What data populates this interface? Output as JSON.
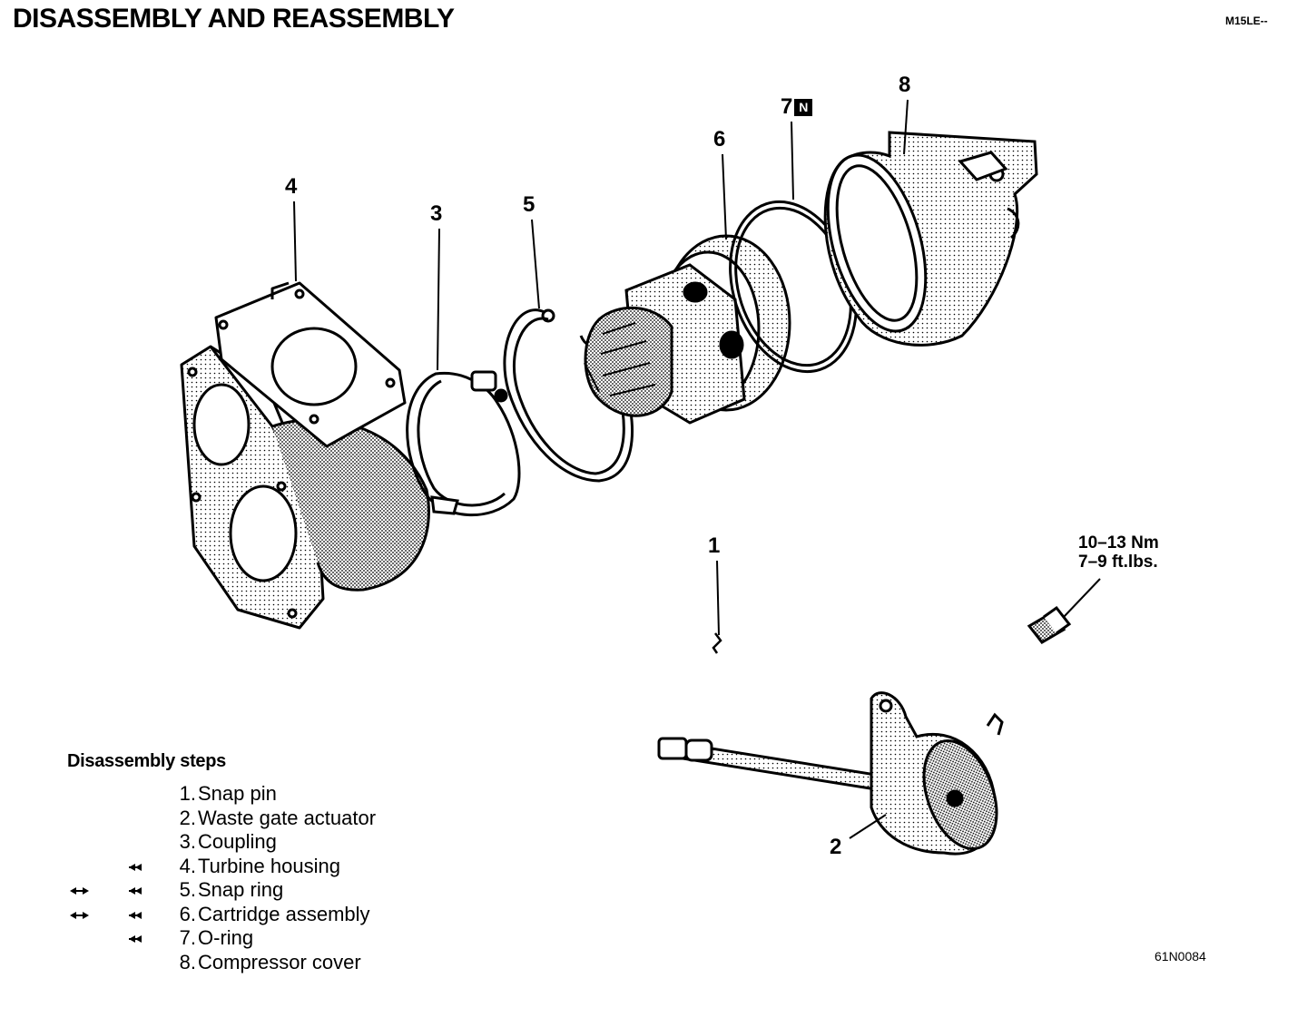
{
  "header": {
    "title": "DISASSEMBLY AND REASSEMBLY",
    "code": "M15LE--"
  },
  "callouts": {
    "c1": "1",
    "c2": "2",
    "c3": "3",
    "c4": "4",
    "c5": "5",
    "c6": "6",
    "c7": "7",
    "c7_badge": "N",
    "c8": "8"
  },
  "torque": {
    "line1": "10–13 Nm",
    "line2": "7–9 ft.lbs."
  },
  "steps": {
    "title": "Disassembly steps",
    "items": [
      {
        "num": "1.",
        "label": "Snap pin",
        "disassembly_mark": false,
        "reassembly_mark": false
      },
      {
        "num": "2.",
        "label": "Waste gate actuator",
        "disassembly_mark": false,
        "reassembly_mark": false
      },
      {
        "num": "3.",
        "label": "Coupling",
        "disassembly_mark": false,
        "reassembly_mark": false
      },
      {
        "num": "4.",
        "label": "Turbine housing",
        "disassembly_mark": false,
        "reassembly_mark": true
      },
      {
        "num": "5.",
        "label": "Snap ring",
        "disassembly_mark": true,
        "reassembly_mark": true
      },
      {
        "num": "6.",
        "label": "Cartridge assembly",
        "disassembly_mark": true,
        "reassembly_mark": true
      },
      {
        "num": "7.",
        "label": "O-ring",
        "disassembly_mark": false,
        "reassembly_mark": true
      },
      {
        "num": "8.",
        "label": "Compressor cover",
        "disassembly_mark": false,
        "reassembly_mark": false
      }
    ]
  },
  "figure_code": "61N0084",
  "colors": {
    "ink": "#000000",
    "paper": "#ffffff",
    "shade": "#8a8a8a"
  }
}
